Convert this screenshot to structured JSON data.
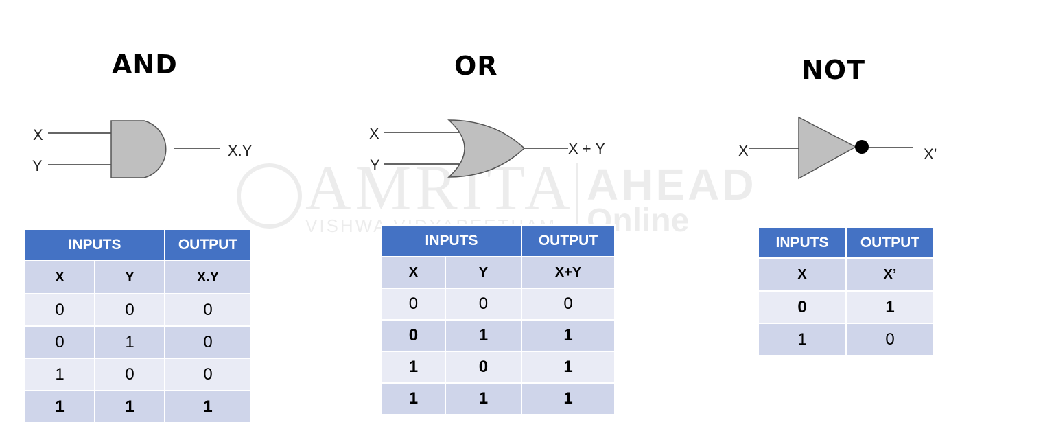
{
  "titles": {
    "and": "AND",
    "or": "OR",
    "not": "NOT"
  },
  "gates": {
    "and": {
      "input_x": "X",
      "input_y": "Y",
      "output": "X.Y"
    },
    "or": {
      "input_x": "X",
      "input_y": "Y",
      "output": "X + Y"
    },
    "not": {
      "input_x": "X",
      "output": "X’"
    }
  },
  "watermark": {
    "main": "AMRITA",
    "sub": "VISHWA VIDYAPEETHAM",
    "ahead": "AHEAD",
    "online": "Online"
  },
  "tables": {
    "and": {
      "header": {
        "inputs": "INPUTS",
        "output": "OUTPUT"
      },
      "columns": [
        "X",
        "Y",
        "X.Y"
      ],
      "rows": [
        {
          "cells": [
            "0",
            "0",
            "0"
          ],
          "highlight": false
        },
        {
          "cells": [
            "0",
            "1",
            "0"
          ],
          "highlight": false
        },
        {
          "cells": [
            "1",
            "0",
            "0"
          ],
          "highlight": false
        },
        {
          "cells": [
            "1",
            "1",
            "1"
          ],
          "highlight": true
        }
      ]
    },
    "or": {
      "header": {
        "inputs": "INPUTS",
        "output": "OUTPUT"
      },
      "columns": [
        "X",
        "Y",
        "X+Y"
      ],
      "rows": [
        {
          "cells": [
            "0",
            "0",
            "0"
          ],
          "highlight": false
        },
        {
          "cells": [
            "0",
            "1",
            "1"
          ],
          "highlight": true
        },
        {
          "cells": [
            "1",
            "0",
            "1"
          ],
          "highlight": true
        },
        {
          "cells": [
            "1",
            "1",
            "1"
          ],
          "highlight": true
        }
      ]
    },
    "not": {
      "header": {
        "inputs": "INPUTS",
        "output": "OUTPUT"
      },
      "columns": [
        "X",
        "X’"
      ],
      "rows": [
        {
          "cells": [
            "0",
            "1"
          ],
          "highlight": true
        },
        {
          "cells": [
            "1",
            "0"
          ],
          "highlight": false
        }
      ]
    }
  },
  "colors": {
    "header_bg": "#4472c4",
    "row_dark": "#cfd5ea",
    "row_light": "#e9ebf5",
    "highlight": "#ff0000",
    "gate_fill": "#bfbfbf"
  }
}
